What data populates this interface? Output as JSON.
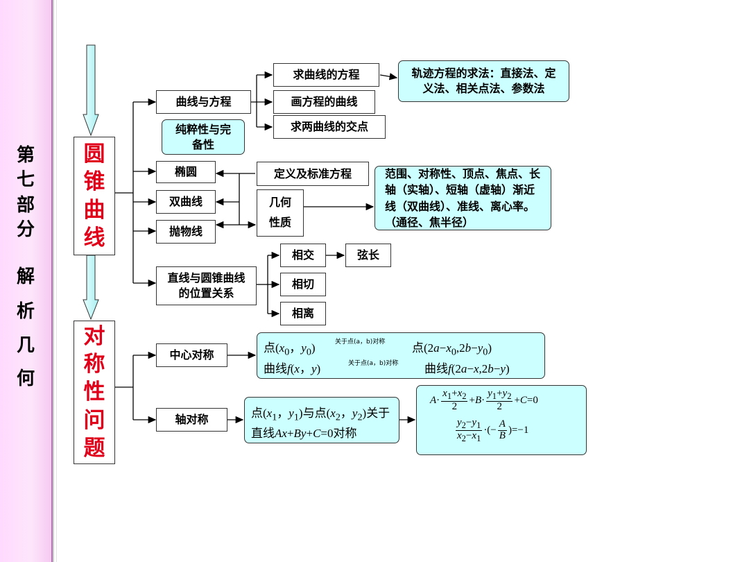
{
  "sidebar": {
    "chars": [
      "第",
      "七",
      "部",
      "分",
      "解",
      "析",
      "几",
      "何"
    ]
  },
  "main": {
    "conic_title": [
      "圆",
      "锥",
      "曲",
      "线"
    ],
    "symmetry_title": [
      "对",
      "称",
      "性",
      "问",
      "题"
    ]
  },
  "nodes": {
    "curve_eq": "曲线与方程",
    "purity": "纯粹性与完备性",
    "find_eq": "求曲线的方程",
    "draw_curve": "画方程的曲线",
    "intersect_two": "求两曲线的交点",
    "trajectory": "轨迹方程的求法：直接法、定义法、相关点法、参数法",
    "ellipse": "椭圆",
    "hyperbola": "双曲线",
    "parabola": "抛物线",
    "def_std": "定义及标准方程",
    "geo_1": "几何",
    "geo_2": "性质",
    "props": "范围、对称性、顶点、焦点、长轴（实轴）、短轴（虚轴）渐近线（双曲线）、准线、离心率。（通径、焦半径）",
    "line_conic": "直线与圆锥曲线的位置关系",
    "intersect": "相交",
    "chord": "弦长",
    "tangent": "相切",
    "separate": "相离",
    "central_sym": "中心对称",
    "axial_sym": "轴对称"
  },
  "formulas": {
    "central_line1_label": "关于点(a，b)对称",
    "central_line2_label": "关于点(a，b)对称",
    "dian": "点",
    "quxian": "曲线",
    "axial_guanyu": "关于",
    "axial_yu": "与点",
    "axial_line": "直线",
    "axial_duicheng": "对称"
  }
}
